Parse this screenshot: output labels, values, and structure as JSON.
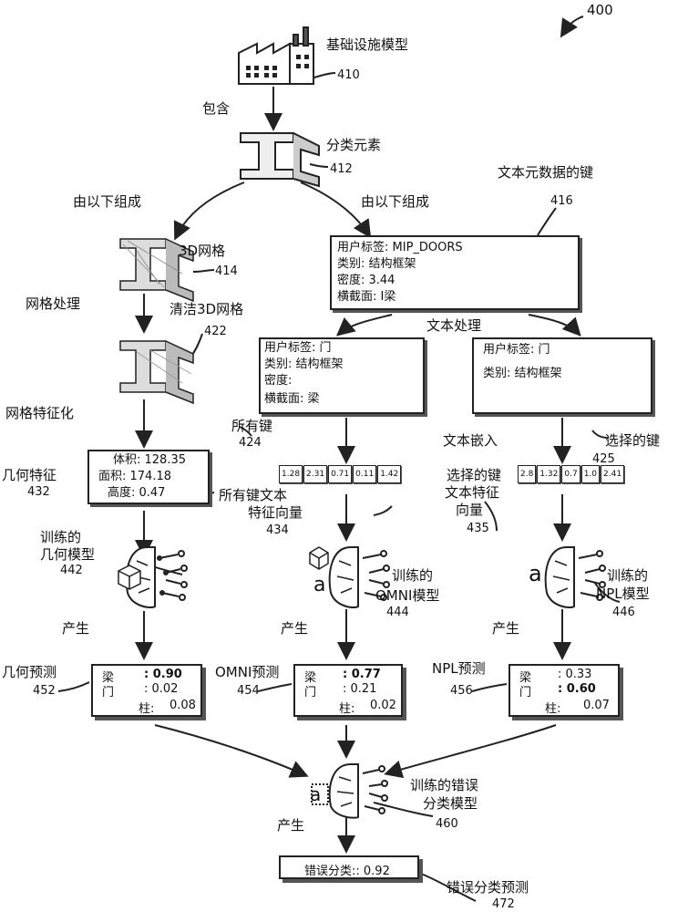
{
  "figure_number": "400",
  "nodes": {
    "infra": {
      "label": "基础设施模型",
      "ref": "410"
    },
    "contains": "包含",
    "classified": {
      "label": "分类元素",
      "ref": "412"
    },
    "consists_left": "由以下组成",
    "consists_right": "由以下组成",
    "mesh3d": {
      "label": "3D网格",
      "ref": "414"
    },
    "mesh_processing": "网格处理",
    "clean_mesh": {
      "label": "清洁3D网格",
      "ref": "422"
    },
    "mesh_featurize": "网格特征化",
    "geom_features": {
      "label": "几何特征",
      "ref": "432",
      "lines": [
        "体积: 128.35",
        "面积: 174.18",
        "高度: 0.47"
      ]
    },
    "trained_geom": {
      "label_lines": [
        "训练的",
        "几何模型"
      ],
      "ref": "442"
    },
    "text_meta_keys": {
      "label": "文本元数据的键",
      "ref": "416",
      "lines": [
        "用户标签:   MIP_DOORS",
        "类别:  结构框架",
        "密度:  3.44",
        "横截面:  I梁"
      ]
    },
    "text_processing": "文本处理",
    "all_keys": {
      "label": "所有键",
      "ref": "424",
      "lines": [
        "用户标签:  门",
        "类别:  结构框架",
        "密度:",
        "横截面:  梁"
      ]
    },
    "selected_keys": {
      "label": "选择的键",
      "ref": "425",
      "lines": [
        "用户标签:  门",
        "类别:  结构框架"
      ]
    },
    "text_embed": "文本嵌入",
    "all_keys_vec": {
      "label_lines": [
        "所有键文本",
        "特征向量"
      ],
      "ref": "434",
      "values": [
        "1.28",
        "2.31",
        "0.71",
        "0.11",
        "1.42"
      ]
    },
    "selected_vec": {
      "label_lines": [
        "选择的键",
        "文本特征",
        "向量"
      ],
      "ref": "435",
      "values": [
        "2.8",
        "1.32",
        "0.7",
        "1.0",
        "2.41"
      ]
    },
    "trained_omni": {
      "label_lines": [
        "训练的",
        "OMNI模型"
      ],
      "ref": "444"
    },
    "trained_npl": {
      "label_lines": [
        "训练的",
        "NPL模型"
      ],
      "ref": "446"
    },
    "produce_1": "产生",
    "produce_2": "产生",
    "produce_3": "产生",
    "produce_4": "产生",
    "geom_pred": {
      "label": "几何预测",
      "ref": "452",
      "rows": [
        {
          "name": "梁",
          "value": ": 0.90",
          "bold": true
        },
        {
          "name": "门",
          "value": ": 0.02",
          "bold": false
        },
        {
          "name": "柱:",
          "value": "0.08",
          "bold": false
        }
      ]
    },
    "omni_pred": {
      "label": "OMNI预测",
      "ref": "454",
      "rows": [
        {
          "name": "梁",
          "value": ": 0.77",
          "bold": true
        },
        {
          "name": "门",
          "value": ": 0.21",
          "bold": false
        },
        {
          "name": "柱:",
          "value": "0.02",
          "bold": false
        }
      ]
    },
    "npl_pred": {
      "label": "NPL预测",
      "ref": "456",
      "rows": [
        {
          "name": "梁",
          "value": ": 0.33",
          "bold": false
        },
        {
          "name": "门",
          "value": ": 0.60",
          "bold": true
        },
        {
          "name": "柱:",
          "value": "0.07",
          "bold": false
        }
      ]
    },
    "trained_error": {
      "label_lines": [
        "训练的错误",
        "分类模型"
      ],
      "ref": "460"
    },
    "error_result": {
      "text": "错误分类:: 0.92",
      "label": "错误分类预测",
      "ref": "472"
    }
  },
  "icon_letter": "a"
}
